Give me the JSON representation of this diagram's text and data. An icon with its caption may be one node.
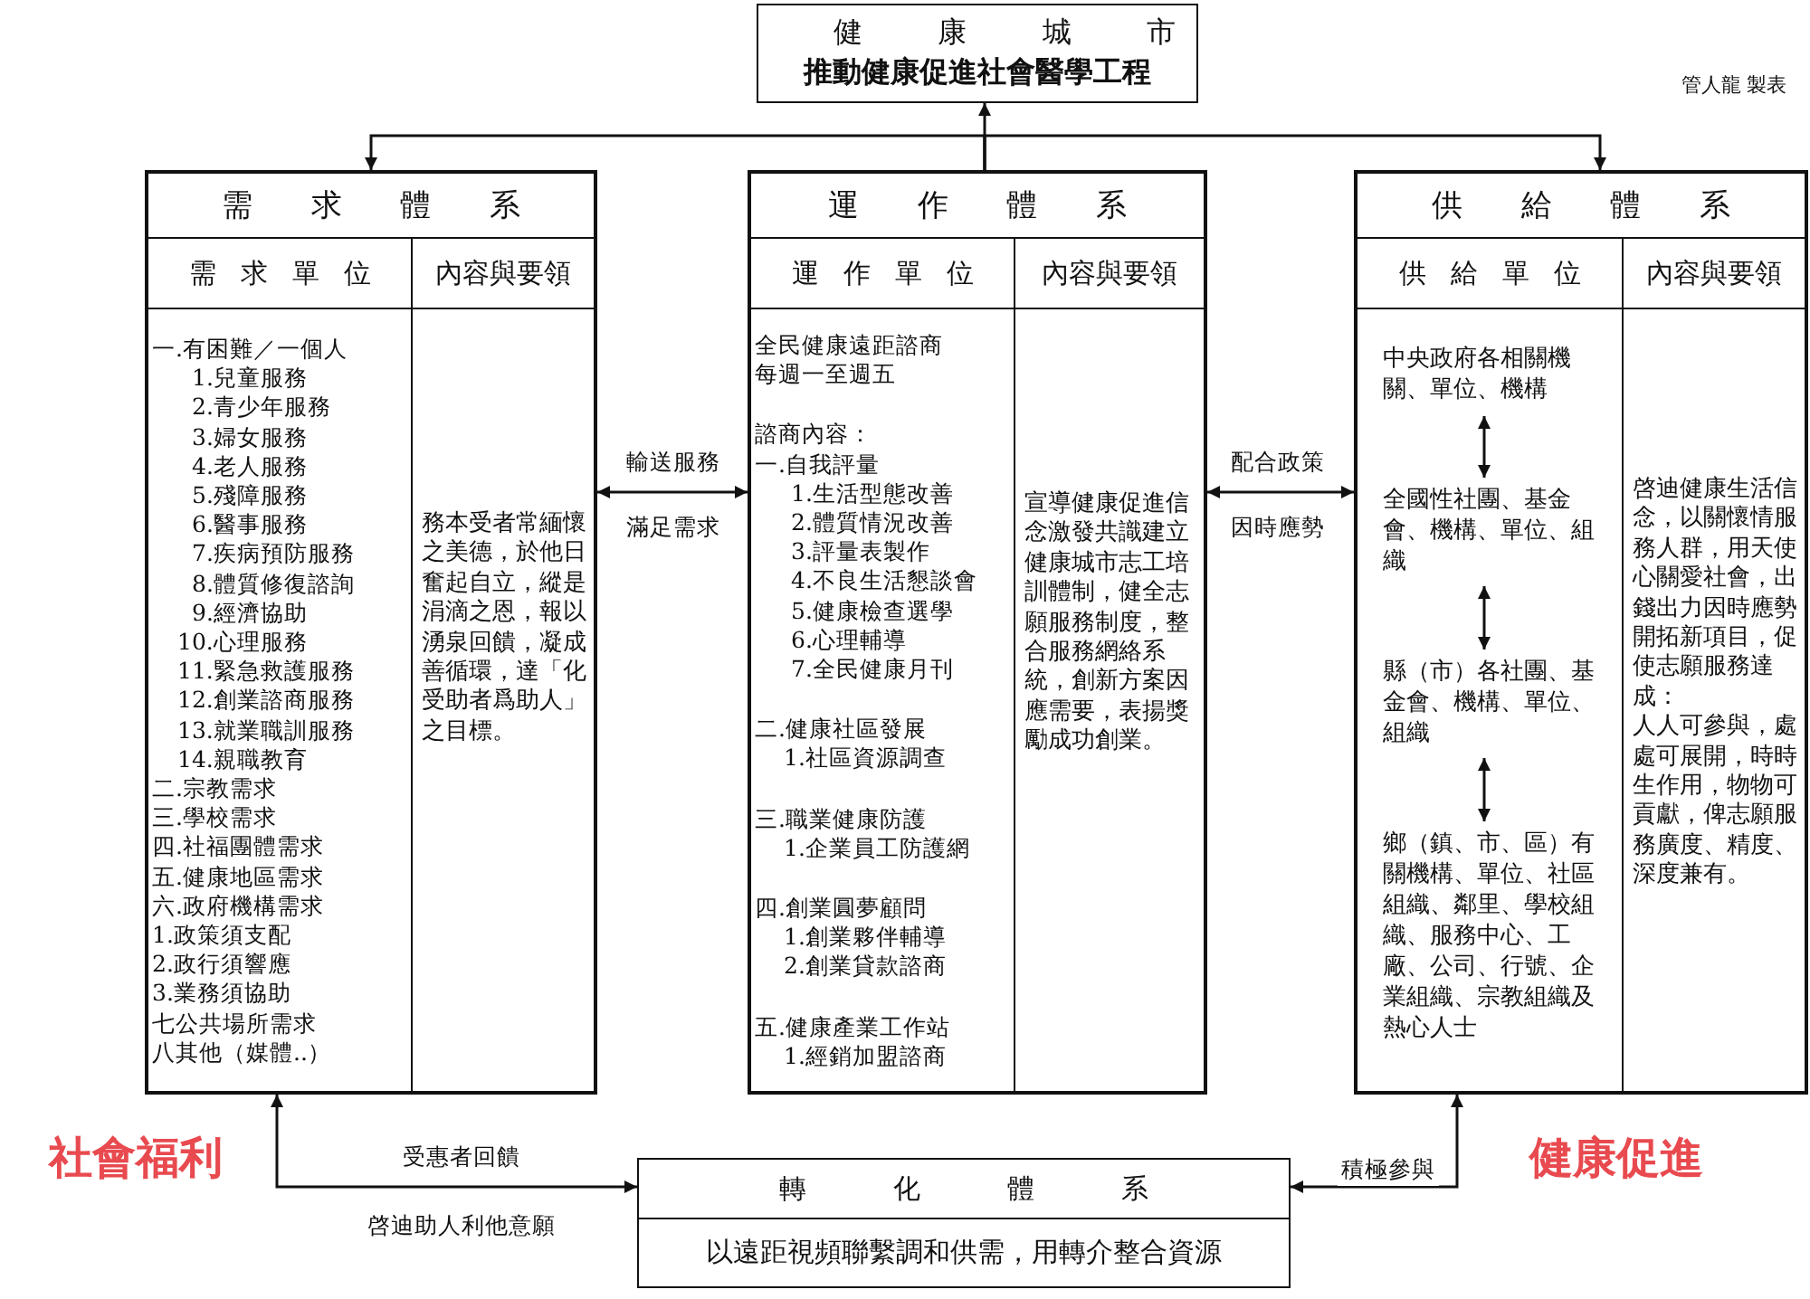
{
  "diagram": {
    "nodes": [
      {
        "text": [
          "健康城市",
          "推動健康促進社會醫學工程"
        ]
      },
      {
        "text": [
          "需求體系"
        ]
      },
      {
        "text": [
          "需求單位",
          "一.有困難／一個人",
          "1.兒童服務",
          "2.青少年服務",
          "3.婦女服務",
          "4.老人服務",
          "5.殘障服務",
          "6.醫事服務",
          "7.疾病預防服務",
          "8.體質修復諮詢",
          "9.經濟協助",
          "10.心理服務",
          "11.緊急救護服務",
          "12.創業諮商服務",
          "13.就業職訓服務",
          "14.親職教育",
          "二.宗教需求",
          "三.學校需求",
          "四.社福團體需求",
          "五.健康地區需求",
          "六.政府機構需求",
          "1.政策須支配",
          "2.政行須響應",
          "3.業務須協助",
          "七公共場所需求",
          "八其他（媒體..）"
        ],
        "in": 1
      },
      {
        "text": [
          "內容與要領",
          "務本受者常緬懷之美德，於他日奮起自立，縱是涓滴之恩，報以湧泉回饋，凝成善循環，達「化受助者爲助人」之目標。"
        ],
        "in": 1
      },
      {
        "text": [
          "運作體系"
        ]
      },
      {
        "text": [
          "運作單位",
          "全民健康遠距諮商",
          "每週一至週五",
          "諮商內容：",
          "一.自我評量",
          "1.生活型態改善",
          "2.體質情況改善",
          "3.評量表製作",
          "4.不良生活懇談會",
          "5.健康檢查選學",
          "6.心理輔導",
          "7.全民健康月刊",
          "二.健康社區發展",
          "1.社區資源調查",
          "三.職業健康防護",
          "1.企業員工防護網",
          "四.創業圓夢顧問",
          "1.創業夥伴輔導",
          "2.創業貸款諮商",
          "五.健康產業工作站",
          "1.經銷加盟諮商"
        ],
        "in": 4
      },
      {
        "text": [
          "內容與要領",
          "宣導健康促進信念激發共識建立健康城市志工培訓體制，健全志願服務制度，整合服務網絡系統，創新方案因應需要，表揚獎勵成功創業。"
        ],
        "in": 4
      },
      {
        "text": [
          "供給體系"
        ]
      },
      {
        "text": [
          "供給單位"
        ],
        "in": 7
      },
      {
        "text": [
          "中央政府各相關機關、單位、機構"
        ],
        "in": 8
      },
      {
        "text": [
          "全國性社團、基金會、機構、單位、組織"
        ],
        "in": 8
      },
      {
        "text": [
          "縣（市）各社團、基金會、機構、單位、組織"
        ],
        "in": 8
      },
      {
        "text": [
          "鄉（鎮、市、區）有關機構、單位、社區組織、鄰里、學校組織、服務中心、工廠、公司、行號、企業組織、宗教組織及熱心人士"
        ],
        "in": 8
      },
      {
        "text": [
          "內容與要領",
          "啓迪健康生活信念，以關懷情服務人群，用天使心關愛社會，出錢出力因時應勢開拓新項目，促使志願服務達成：",
          "人人可參與，處處可展開，時時生作用，物物可貢獻，俾志願服務廣度、精度、深度兼有。"
        ],
        "in": 7
      },
      {
        "text": [
          "轉化體系",
          "以遠距視頻聯繫調和供需，用轉介整合資源"
        ]
      }
    ],
    "edges": [
      {
        "from": 4,
        "to": 0,
        "arrow": "to"
      },
      {
        "from": 4,
        "to": 1,
        "arrow": "to"
      },
      {
        "from": 4,
        "to": 7,
        "arrow": "to"
      },
      {
        "from": 1,
        "to": 4,
        "arrow": "both",
        "label": "輸送服務"
      },
      {
        "from": 4,
        "to": 7,
        "arrow": "both",
        "label": "配合政策"
      },
      {
        "from": 9,
        "to": 10,
        "arrow": "both"
      },
      {
        "from": 10,
        "to": 11,
        "arrow": "both"
      },
      {
        "from": 11,
        "to": 12,
        "arrow": "both"
      },
      {
        "from": 14,
        "to": 1,
        "arrow": "both",
        "label": "受惠者回饋"
      },
      {
        "from": 14,
        "to": 7,
        "arrow": "both",
        "label": "積極參與"
      }
    ],
    "labels": [
      "管人龍 製表",
      "滿足需求",
      "因時應勢",
      "社會福利",
      "健康促進",
      "啓迪助人利他意願"
    ]
  }
}
